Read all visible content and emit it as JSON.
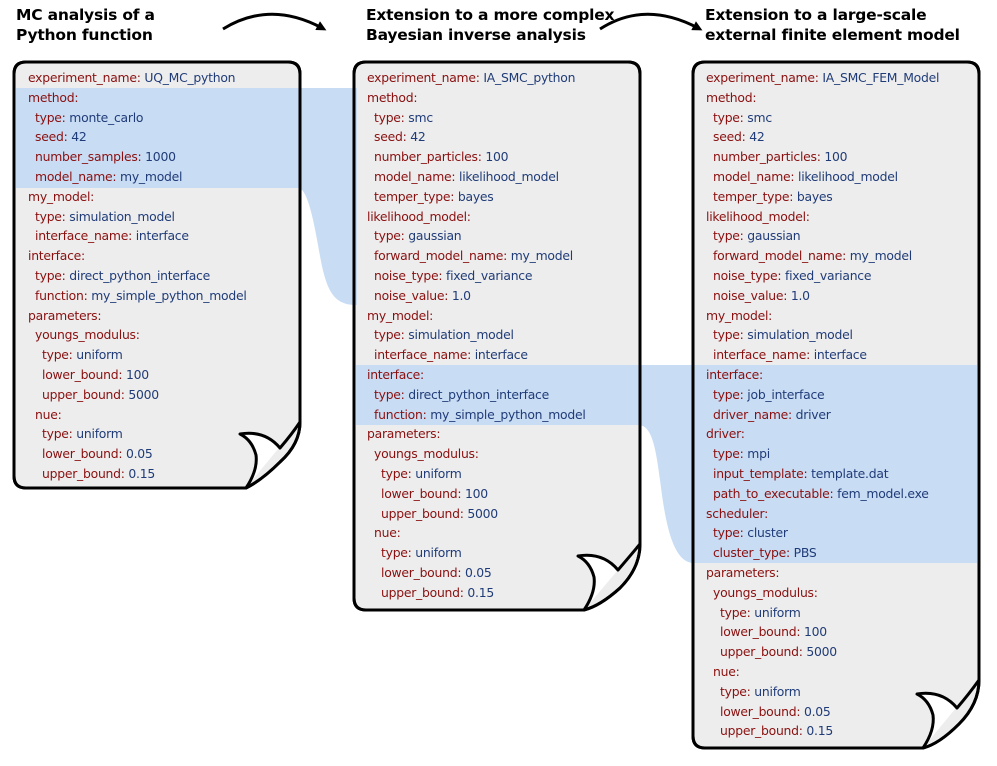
{
  "headings": {
    "col1": [
      "MC analysis of a",
      "Python function"
    ],
    "col2": [
      "Extension to a more complex",
      "Bayesian inverse analysis"
    ],
    "col3": [
      "Extension to a large-scale",
      "external finite element model"
    ]
  },
  "colors": {
    "key": "#8a1010",
    "value": "#203c78",
    "highlight": "#c8dcf4",
    "page_fill": "#ededed",
    "page_stroke": "#000000"
  },
  "documents": [
    {
      "name": "doc-mc-python",
      "lines": [
        {
          "indent": 0,
          "key": "experiment_name",
          "value": "UQ_MC_python"
        },
        {
          "indent": 0,
          "key": "method",
          "value": ""
        },
        {
          "indent": 1,
          "key": "type",
          "value": "monte_carlo"
        },
        {
          "indent": 1,
          "key": "seed",
          "value": "42"
        },
        {
          "indent": 1,
          "key": "number_samples",
          "value": "1000"
        },
        {
          "indent": 1,
          "key": "model_name",
          "value": "my_model"
        },
        {
          "indent": 0,
          "key": "my_model",
          "value": ""
        },
        {
          "indent": 1,
          "key": "type",
          "value": "simulation_model"
        },
        {
          "indent": 1,
          "key": "interface_name",
          "value": "interface"
        },
        {
          "indent": 0,
          "key": "interface",
          "value": ""
        },
        {
          "indent": 1,
          "key": "type",
          "value": "direct_python_interface"
        },
        {
          "indent": 1,
          "key": "function",
          "value": "my_simple_python_model"
        },
        {
          "indent": 0,
          "key": "parameters",
          "value": ""
        },
        {
          "indent": 1,
          "key": "youngs_modulus",
          "value": ""
        },
        {
          "indent": 2,
          "key": "type",
          "value": "uniform"
        },
        {
          "indent": 2,
          "key": "lower_bound",
          "value": "100"
        },
        {
          "indent": 2,
          "key": "upper_bound",
          "value": "5000"
        },
        {
          "indent": 1,
          "key": "nue",
          "value": ""
        },
        {
          "indent": 2,
          "key": "type",
          "value": "uniform"
        },
        {
          "indent": 2,
          "key": "lower_bound",
          "value": "0.05"
        },
        {
          "indent": 2,
          "key": "upper_bound",
          "value": "0.15"
        }
      ]
    },
    {
      "name": "doc-ia-smc-python",
      "lines": [
        {
          "indent": 0,
          "key": "experiment_name",
          "value": "IA_SMC_python"
        },
        {
          "indent": 0,
          "key": "method",
          "value": ""
        },
        {
          "indent": 1,
          "key": "type",
          "value": "smc"
        },
        {
          "indent": 1,
          "key": "seed",
          "value": "42"
        },
        {
          "indent": 1,
          "key": "number_particles",
          "value": "100"
        },
        {
          "indent": 1,
          "key": "model_name",
          "value": "likelihood_model"
        },
        {
          "indent": 1,
          "key": "temper_type",
          "value": "bayes"
        },
        {
          "indent": 0,
          "key": "likelihood_model",
          "value": ""
        },
        {
          "indent": 1,
          "key": "type",
          "value": "gaussian"
        },
        {
          "indent": 1,
          "key": "forward_model_name",
          "value": "my_model"
        },
        {
          "indent": 1,
          "key": "noise_type",
          "value": "fixed_variance"
        },
        {
          "indent": 1,
          "key": "noise_value",
          "value": "1.0"
        },
        {
          "indent": 0,
          "key": "my_model",
          "value": ""
        },
        {
          "indent": 1,
          "key": "type",
          "value": "simulation_model"
        },
        {
          "indent": 1,
          "key": "interface_name",
          "value": "interface"
        },
        {
          "indent": 0,
          "key": "interface",
          "value": ""
        },
        {
          "indent": 1,
          "key": "type",
          "value": "direct_python_interface"
        },
        {
          "indent": 1,
          "key": "function",
          "value": "my_simple_python_model"
        },
        {
          "indent": 0,
          "key": "parameters",
          "value": ""
        },
        {
          "indent": 1,
          "key": "youngs_modulus",
          "value": ""
        },
        {
          "indent": 2,
          "key": "type",
          "value": "uniform"
        },
        {
          "indent": 2,
          "key": "lower_bound",
          "value": "100"
        },
        {
          "indent": 2,
          "key": "upper_bound",
          "value": "5000"
        },
        {
          "indent": 1,
          "key": "nue",
          "value": ""
        },
        {
          "indent": 2,
          "key": "type",
          "value": "uniform"
        },
        {
          "indent": 2,
          "key": "lower_bound",
          "value": "0.05"
        },
        {
          "indent": 2,
          "key": "upper_bound",
          "value": "0.15"
        }
      ]
    },
    {
      "name": "doc-ia-smc-fem-model",
      "lines": [
        {
          "indent": 0,
          "key": "experiment_name",
          "value": "IA_SMC_FEM_Model"
        },
        {
          "indent": 0,
          "key": "method",
          "value": ""
        },
        {
          "indent": 1,
          "key": "type",
          "value": "smc"
        },
        {
          "indent": 1,
          "key": "seed",
          "value": "42"
        },
        {
          "indent": 1,
          "key": "number_particles",
          "value": "100"
        },
        {
          "indent": 1,
          "key": "model_name",
          "value": "likelihood_model"
        },
        {
          "indent": 1,
          "key": "temper_type",
          "value": "bayes"
        },
        {
          "indent": 0,
          "key": "likelihood_model",
          "value": ""
        },
        {
          "indent": 1,
          "key": "type",
          "value": "gaussian"
        },
        {
          "indent": 1,
          "key": "forward_model_name",
          "value": "my_model"
        },
        {
          "indent": 1,
          "key": "noise_type",
          "value": "fixed_variance"
        },
        {
          "indent": 1,
          "key": "noise_value",
          "value": "1.0"
        },
        {
          "indent": 0,
          "key": "my_model",
          "value": ""
        },
        {
          "indent": 1,
          "key": "type",
          "value": "simulation_model"
        },
        {
          "indent": 1,
          "key": "interface_name",
          "value": "interface"
        },
        {
          "indent": 0,
          "key": "interface",
          "value": ""
        },
        {
          "indent": 1,
          "key": "type",
          "value": "job_interface"
        },
        {
          "indent": 1,
          "key": "driver_name",
          "value": "driver"
        },
        {
          "indent": 0,
          "key": "driver",
          "value": ""
        },
        {
          "indent": 1,
          "key": "type",
          "value": "mpi"
        },
        {
          "indent": 1,
          "key": "input_template",
          "value": "template.dat"
        },
        {
          "indent": 1,
          "key": "path_to_executable",
          "value": "fem_model.exe"
        },
        {
          "indent": 0,
          "key": "scheduler",
          "value": ""
        },
        {
          "indent": 1,
          "key": "type",
          "value": "cluster"
        },
        {
          "indent": 1,
          "key": "cluster_type",
          "value": "PBS"
        },
        {
          "indent": 0,
          "key": "parameters",
          "value": ""
        },
        {
          "indent": 1,
          "key": "youngs_modulus",
          "value": ""
        },
        {
          "indent": 2,
          "key": "type",
          "value": "uniform"
        },
        {
          "indent": 2,
          "key": "lower_bound",
          "value": "100"
        },
        {
          "indent": 2,
          "key": "upper_bound",
          "value": "5000"
        },
        {
          "indent": 1,
          "key": "nue",
          "value": ""
        },
        {
          "indent": 2,
          "key": "type",
          "value": "uniform"
        },
        {
          "indent": 2,
          "key": "lower_bound",
          "value": "0.05"
        },
        {
          "indent": 2,
          "key": "upper_bound",
          "value": "0.15"
        }
      ]
    }
  ]
}
